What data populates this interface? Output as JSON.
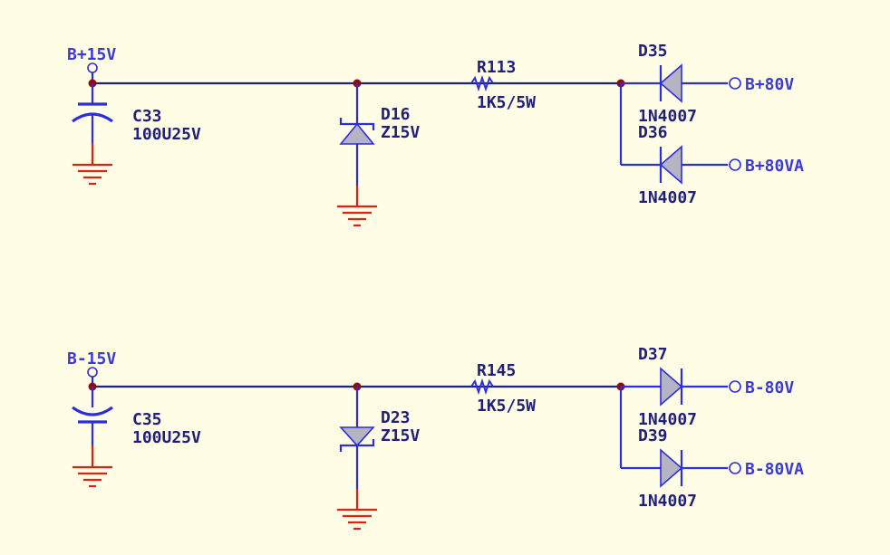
{
  "circuits": [
    {
      "input_label": "B+15V",
      "capacitor": {
        "ref": "C33",
        "value": "100U25V"
      },
      "zener": {
        "ref": "D16",
        "value": "Z15V"
      },
      "resistor": {
        "ref": "R113",
        "value": "1K5/5W"
      },
      "diode_a": {
        "ref": "D35",
        "value": "1N4007"
      },
      "diode_b": {
        "ref": "D36",
        "value": "1N4007"
      },
      "out_a": "B+80V",
      "out_b": "B+80VA"
    },
    {
      "input_label": "B-15V",
      "capacitor": {
        "ref": "C35",
        "value": "100U25V"
      },
      "zener": {
        "ref": "D23",
        "value": "Z15V"
      },
      "resistor": {
        "ref": "R145",
        "value": "1K5/5W"
      },
      "diode_a": {
        "ref": "D37",
        "value": "1N4007"
      },
      "diode_b": {
        "ref": "D39",
        "value": "1N4007"
      },
      "out_a": "B-80V",
      "out_b": "B-80VA"
    }
  ],
  "colors": {
    "background": "#fffde6",
    "wire": "#1a237e",
    "component": "#2d2de0",
    "ground": "#dd2211",
    "junction": "#8b0d0d",
    "diode_fill": "#b4b4c4"
  }
}
